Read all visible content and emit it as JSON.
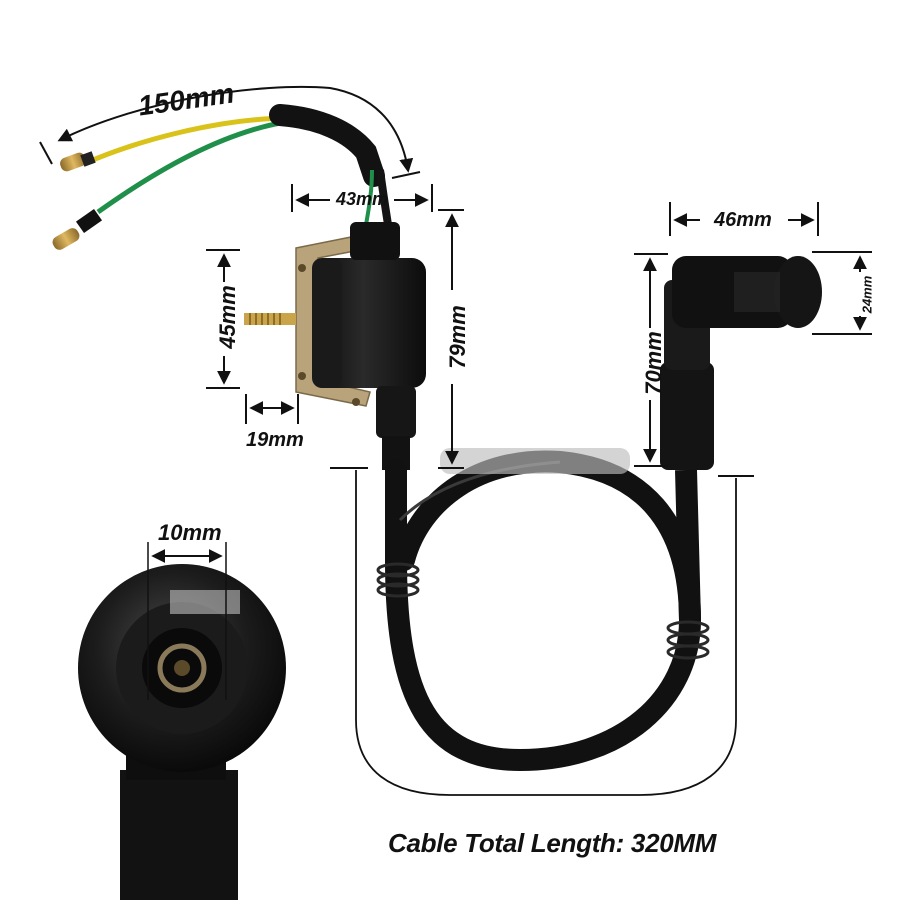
{
  "photo": {
    "subject": "ignition coil with spark plug cap",
    "colors": {
      "background": "#ffffff",
      "rubber": "#141414",
      "bracket": "#b9a37a",
      "wire_yellow": "#d9c21a",
      "wire_green": "#1f8f4a",
      "connector": "#c89a3a",
      "dimension_ink": "#111111"
    }
  },
  "dimensions": {
    "lead_wire_length": "150mm",
    "coil_top_width": "43mm",
    "coil_body_height": "45mm",
    "coil_total_height": "79mm",
    "mount_depth": "19mm",
    "cap_length": "46mm",
    "cap_diameter": "24mm",
    "cap_height": "70mm",
    "cap_bore": "10mm"
  },
  "caption": "Cable Total Length: 320MM"
}
